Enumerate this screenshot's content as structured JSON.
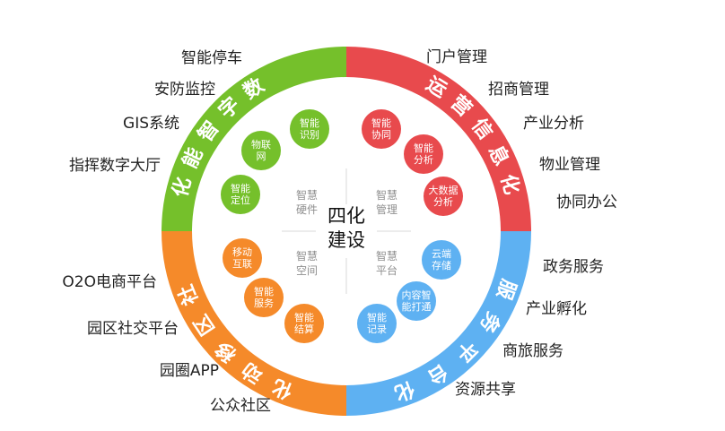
{
  "center_title": [
    "四化",
    "建设"
  ],
  "colors": {
    "digital": "#75c02b",
    "operation": "#e84a4d",
    "service": "#5eb1f2",
    "community": "#f58a2a",
    "divider": "#d8d8d8",
    "quad_label": "#8f8f8f"
  },
  "quadrant_labels": {
    "top_left": [
      "智慧",
      "硬件"
    ],
    "top_right": [
      "智慧",
      "管理"
    ],
    "bottom_left": [
      "智慧",
      "空间"
    ],
    "bottom_right": [
      "智慧",
      "平台"
    ]
  },
  "ring_titles": {
    "digital": "数字智能化",
    "operation": "运营信息化",
    "service": "服务平台化",
    "community": "社区移动化"
  },
  "bubbles": {
    "digital": [
      [
        "智能",
        "识别"
      ],
      [
        "物联",
        "网"
      ],
      [
        "智能",
        "定位"
      ]
    ],
    "operation": [
      [
        "智能",
        "协同"
      ],
      [
        "智能",
        "分析"
      ],
      [
        "大数据",
        "分析"
      ]
    ],
    "service": [
      [
        "云端",
        "存储"
      ],
      [
        "内容智",
        "能打通"
      ],
      [
        "智能",
        "记录"
      ]
    ],
    "community": [
      [
        "移动",
        "互联"
      ],
      [
        "智能",
        "服务"
      ],
      [
        "智能",
        "结算"
      ]
    ]
  },
  "outer_labels": {
    "digital": [
      "智能停车",
      "安防监控",
      "GIS系统",
      "指挥数字大厅"
    ],
    "operation": [
      "门户管理",
      "招商管理",
      "产业分析",
      "物业管理",
      "协同办公"
    ],
    "service": [
      "政务服务",
      "产业孵化",
      "商旅服务",
      "资源共享"
    ],
    "community": [
      "O2O电商平台",
      "园区社交平台",
      "园圈APP",
      "公众社区"
    ]
  }
}
